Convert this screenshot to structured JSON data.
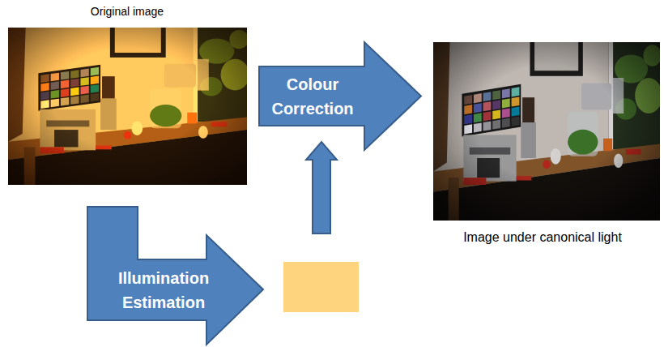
{
  "diagram": {
    "nodes": [
      {
        "text": [
          "Colour Correction"
        ]
      },
      {
        "text": [
          "Illumination Estimation"
        ]
      }
    ],
    "labels": [
      "Original image",
      "Image under canonical light"
    ]
  }
}
